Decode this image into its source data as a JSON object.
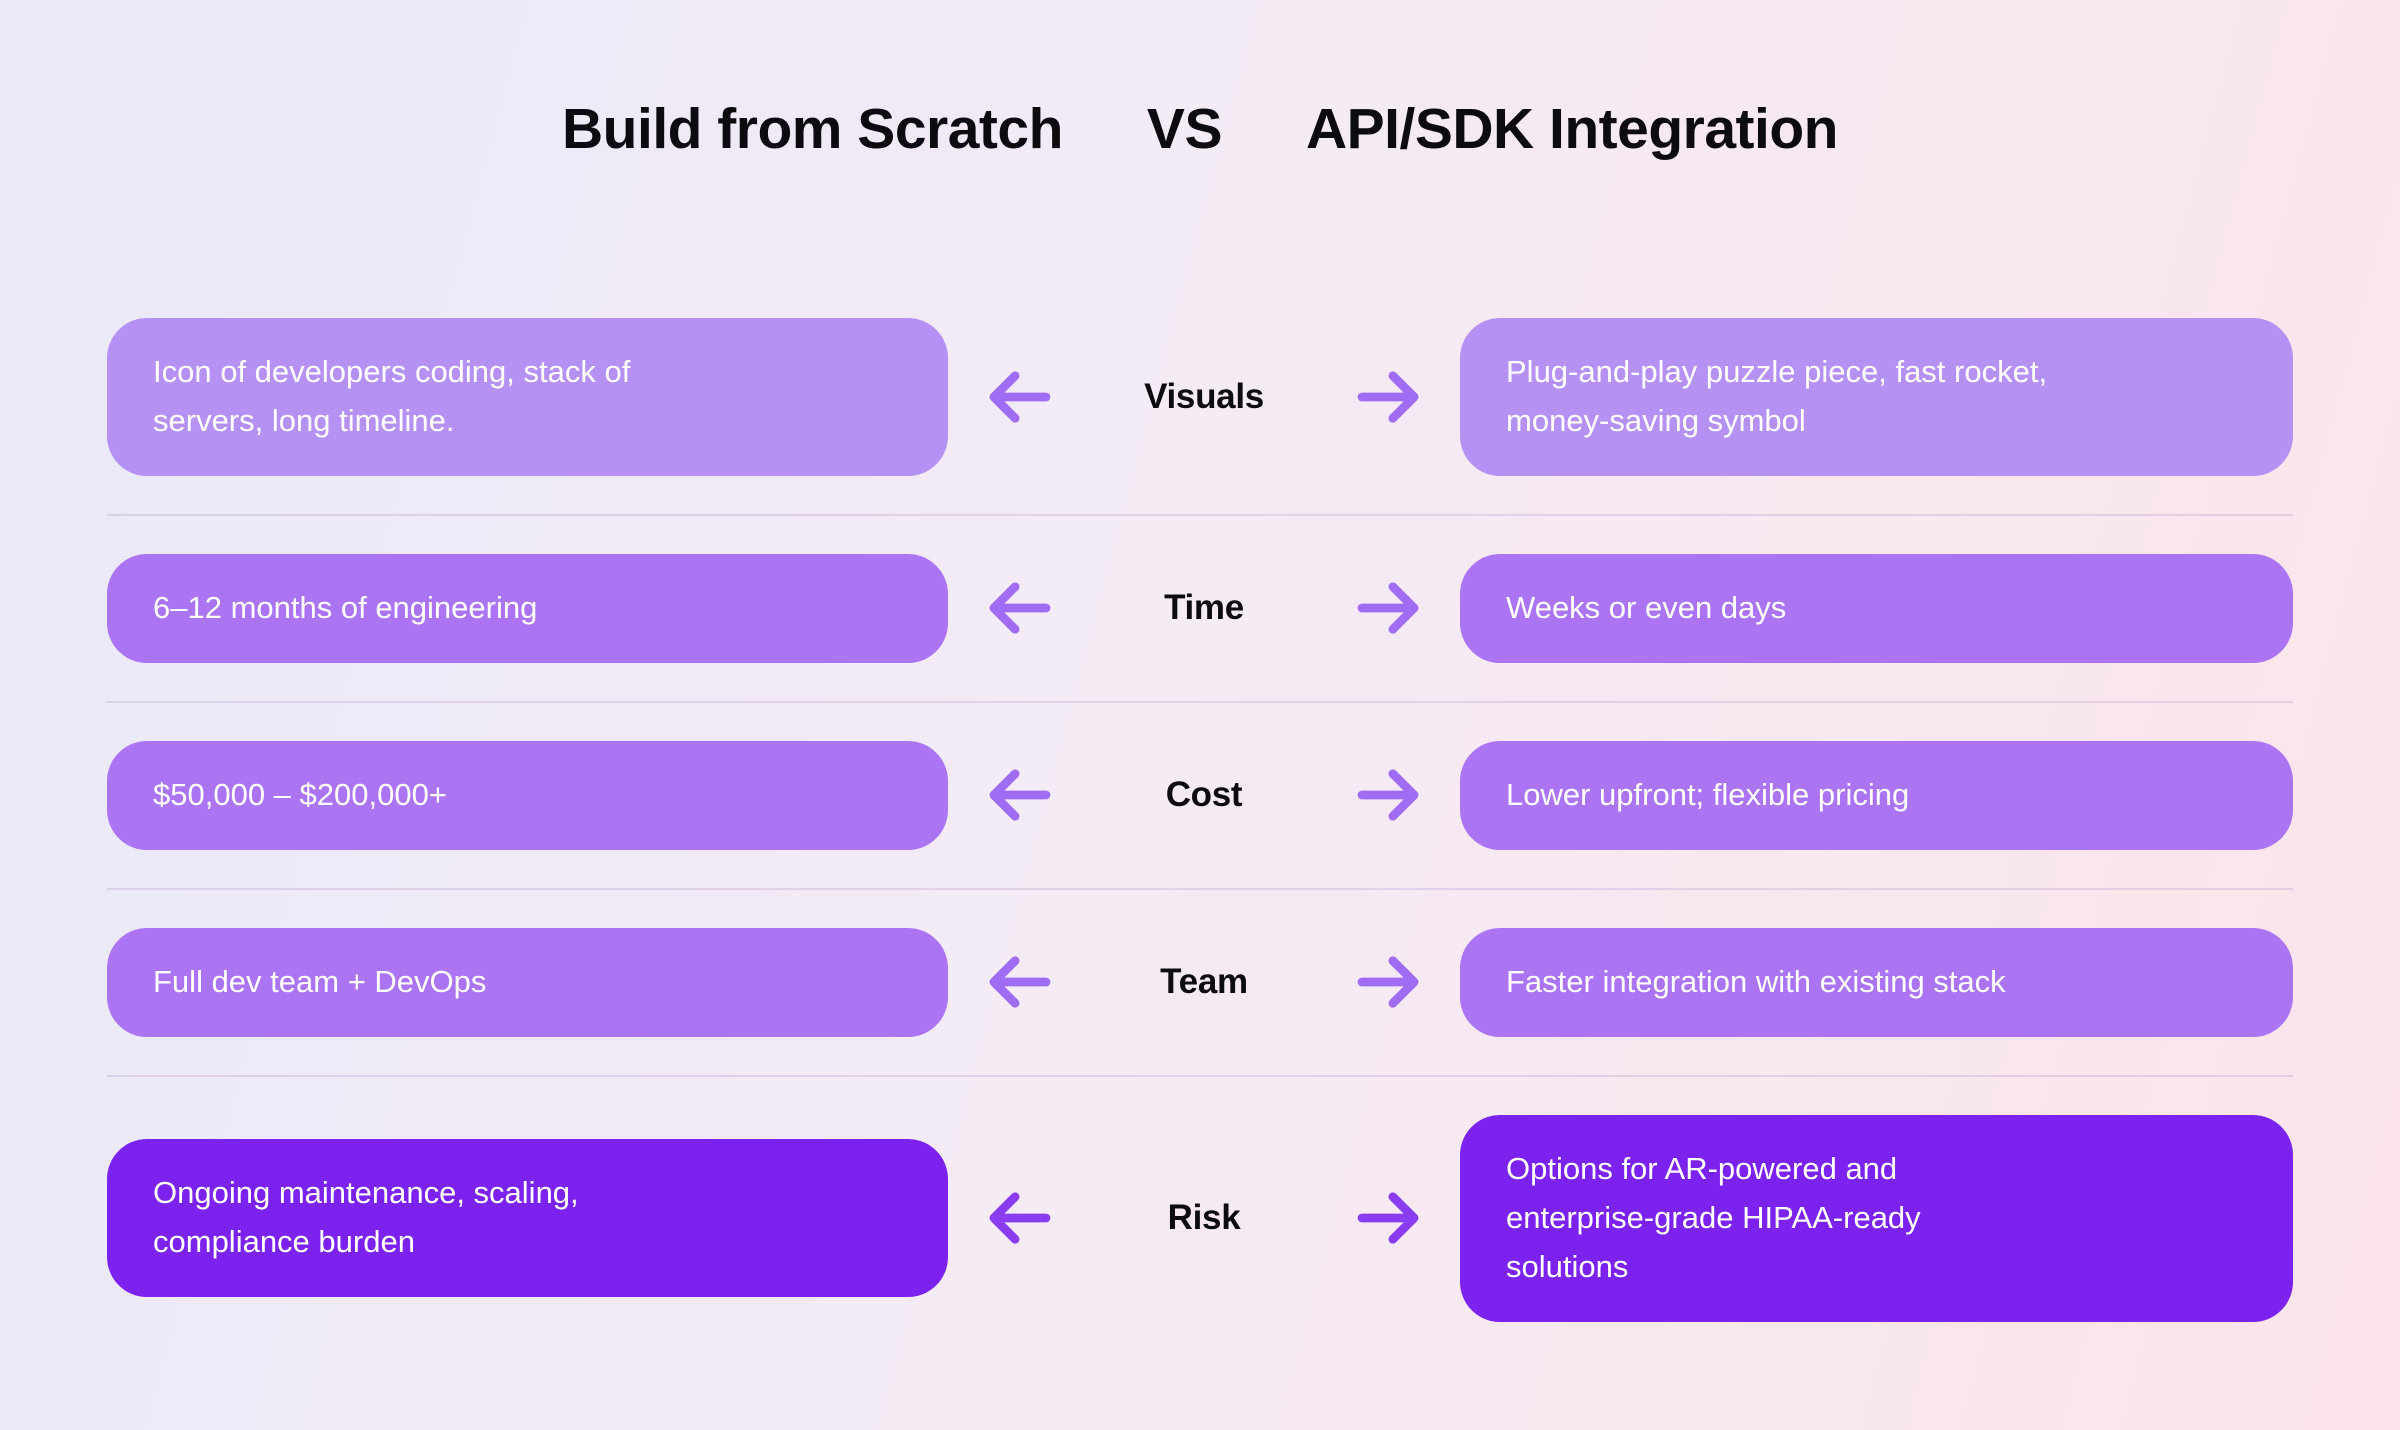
{
  "palette": {
    "bg-left": "#e9e9f8",
    "bg-mid": "#f4ebf5",
    "bg-right": "#fbe4ea",
    "pill-light": "#b591f3",
    "pill-medium": "#ab74f3",
    "pill-dark": "#7c22ee",
    "arrow": "#a06cf3",
    "arrow-dark": "#8a3cf0",
    "text-dark": "#0c0c10",
    "pill-text": "#ffffff",
    "divider": "rgba(190,160,205,0.35)"
  },
  "title": {
    "left": "Build from Scratch",
    "vs": "VS",
    "right": "API/SDK Integration"
  },
  "rows": [
    {
      "label": "Visuals",
      "left": "Icon of developers coding, stack of\nservers, long timeline.",
      "right": "Plug-and-play puzzle piece, fast rocket,\nmoney-saving symbol",
      "variant": "light"
    },
    {
      "label": "Time",
      "left": "6–12 months of engineering",
      "right": "Weeks or even days",
      "variant": "medium"
    },
    {
      "label": "Cost",
      "left": "$50,000 – $200,000+",
      "right": "Lower upfront; flexible pricing",
      "variant": "medium"
    },
    {
      "label": "Team",
      "left": "Full dev team + DevOps",
      "right": "Faster integration with existing stack",
      "variant": "medium"
    },
    {
      "label": "Risk",
      "left": "Ongoing maintenance, scaling,\ncompliance burden",
      "right": "Options for AR-powered and\nenterprise-grade HIPAA-ready\nsolutions",
      "variant": "dark"
    }
  ]
}
